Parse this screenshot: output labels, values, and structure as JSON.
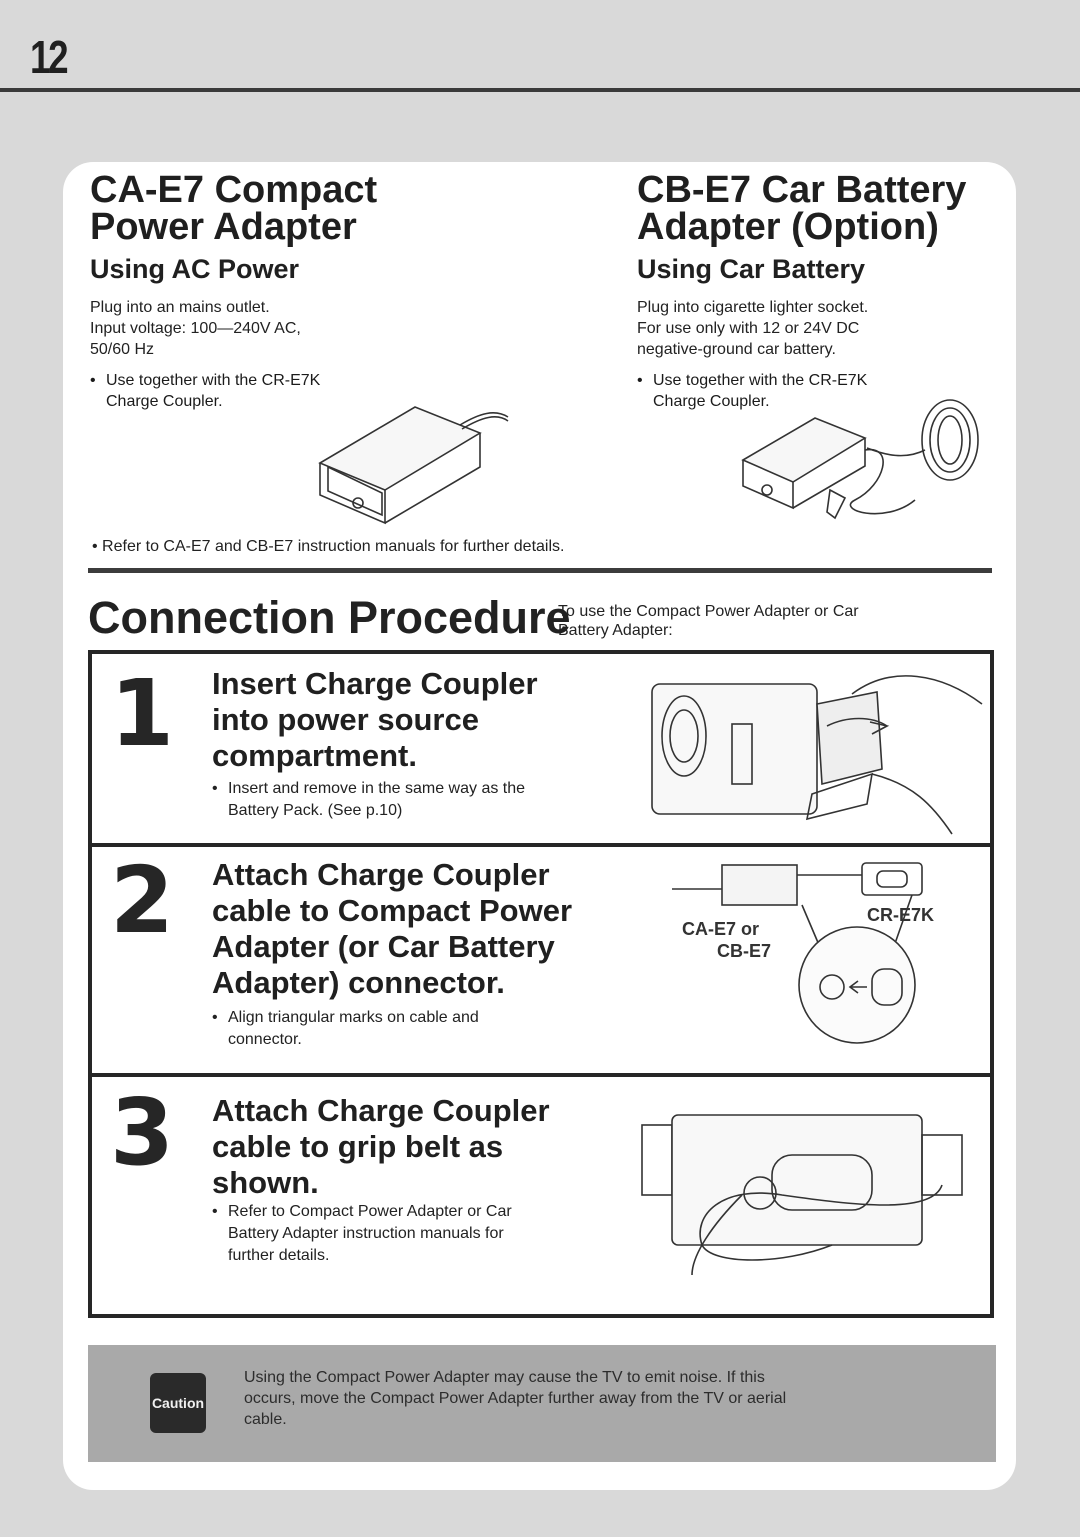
{
  "page": {
    "number": "12"
  },
  "left_section": {
    "title_line1": "CA-E7 Compact",
    "title_line2": "Power Adapter",
    "subtitle": "Using AC Power",
    "body": "Plug into an mains outlet.\nInput voltage: 100—240V AC,\n50/60 Hz",
    "bullet": "Use together with the CR-E7K\nCharge Coupler."
  },
  "right_section": {
    "title_line1": "CB-E7 Car Battery",
    "title_line2": "Adapter (Option)",
    "subtitle": "Using Car Battery",
    "body": "Plug into cigarette lighter socket.\nFor use only with 12 or 24V DC\nnegative-ground car battery.",
    "bullet": "Use together with the CR-E7K\nCharge Coupler."
  },
  "refer_note": "Refer to CA-E7 and CB-E7 instruction manuals for further details.",
  "procedure": {
    "title": "Connection Procedure",
    "subtitle": "To use the Compact Power Adapter or Car\nBattery Adapter:"
  },
  "steps": [
    {
      "number": "1",
      "title": "Insert Charge Coupler\ninto power source\ncompartment.",
      "note": "Insert and remove in the same way as the\nBattery Pack. (See p.10)"
    },
    {
      "number": "2",
      "title": "Attach Charge Coupler\ncable to Compact Power\nAdapter (or Car Battery\nAdapter) connector.",
      "note": "Align triangular marks on cable and\nconnector.",
      "diagram_labels": {
        "adapter": "CA-E7 or",
        "adapter2": "CB-E7",
        "coupler": "CR-E7K"
      }
    },
    {
      "number": "3",
      "title": "Attach Charge Coupler\ncable to grip belt as\nshown.",
      "note": "Refer to Compact Power Adapter or Car\nBattery Adapter instruction manuals for\nfurther details."
    }
  ],
  "caution": {
    "badge": "Caution",
    "text": "Using the Compact Power Adapter may cause the TV to emit noise. If this\noccurs, move the Compact Power Adapter further away from the TV or aerial\ncable."
  },
  "colors": {
    "background": "#d9d9d9",
    "sheet": "#ffffff",
    "caution_band": "#a9a9a9",
    "ink": "#222222"
  }
}
